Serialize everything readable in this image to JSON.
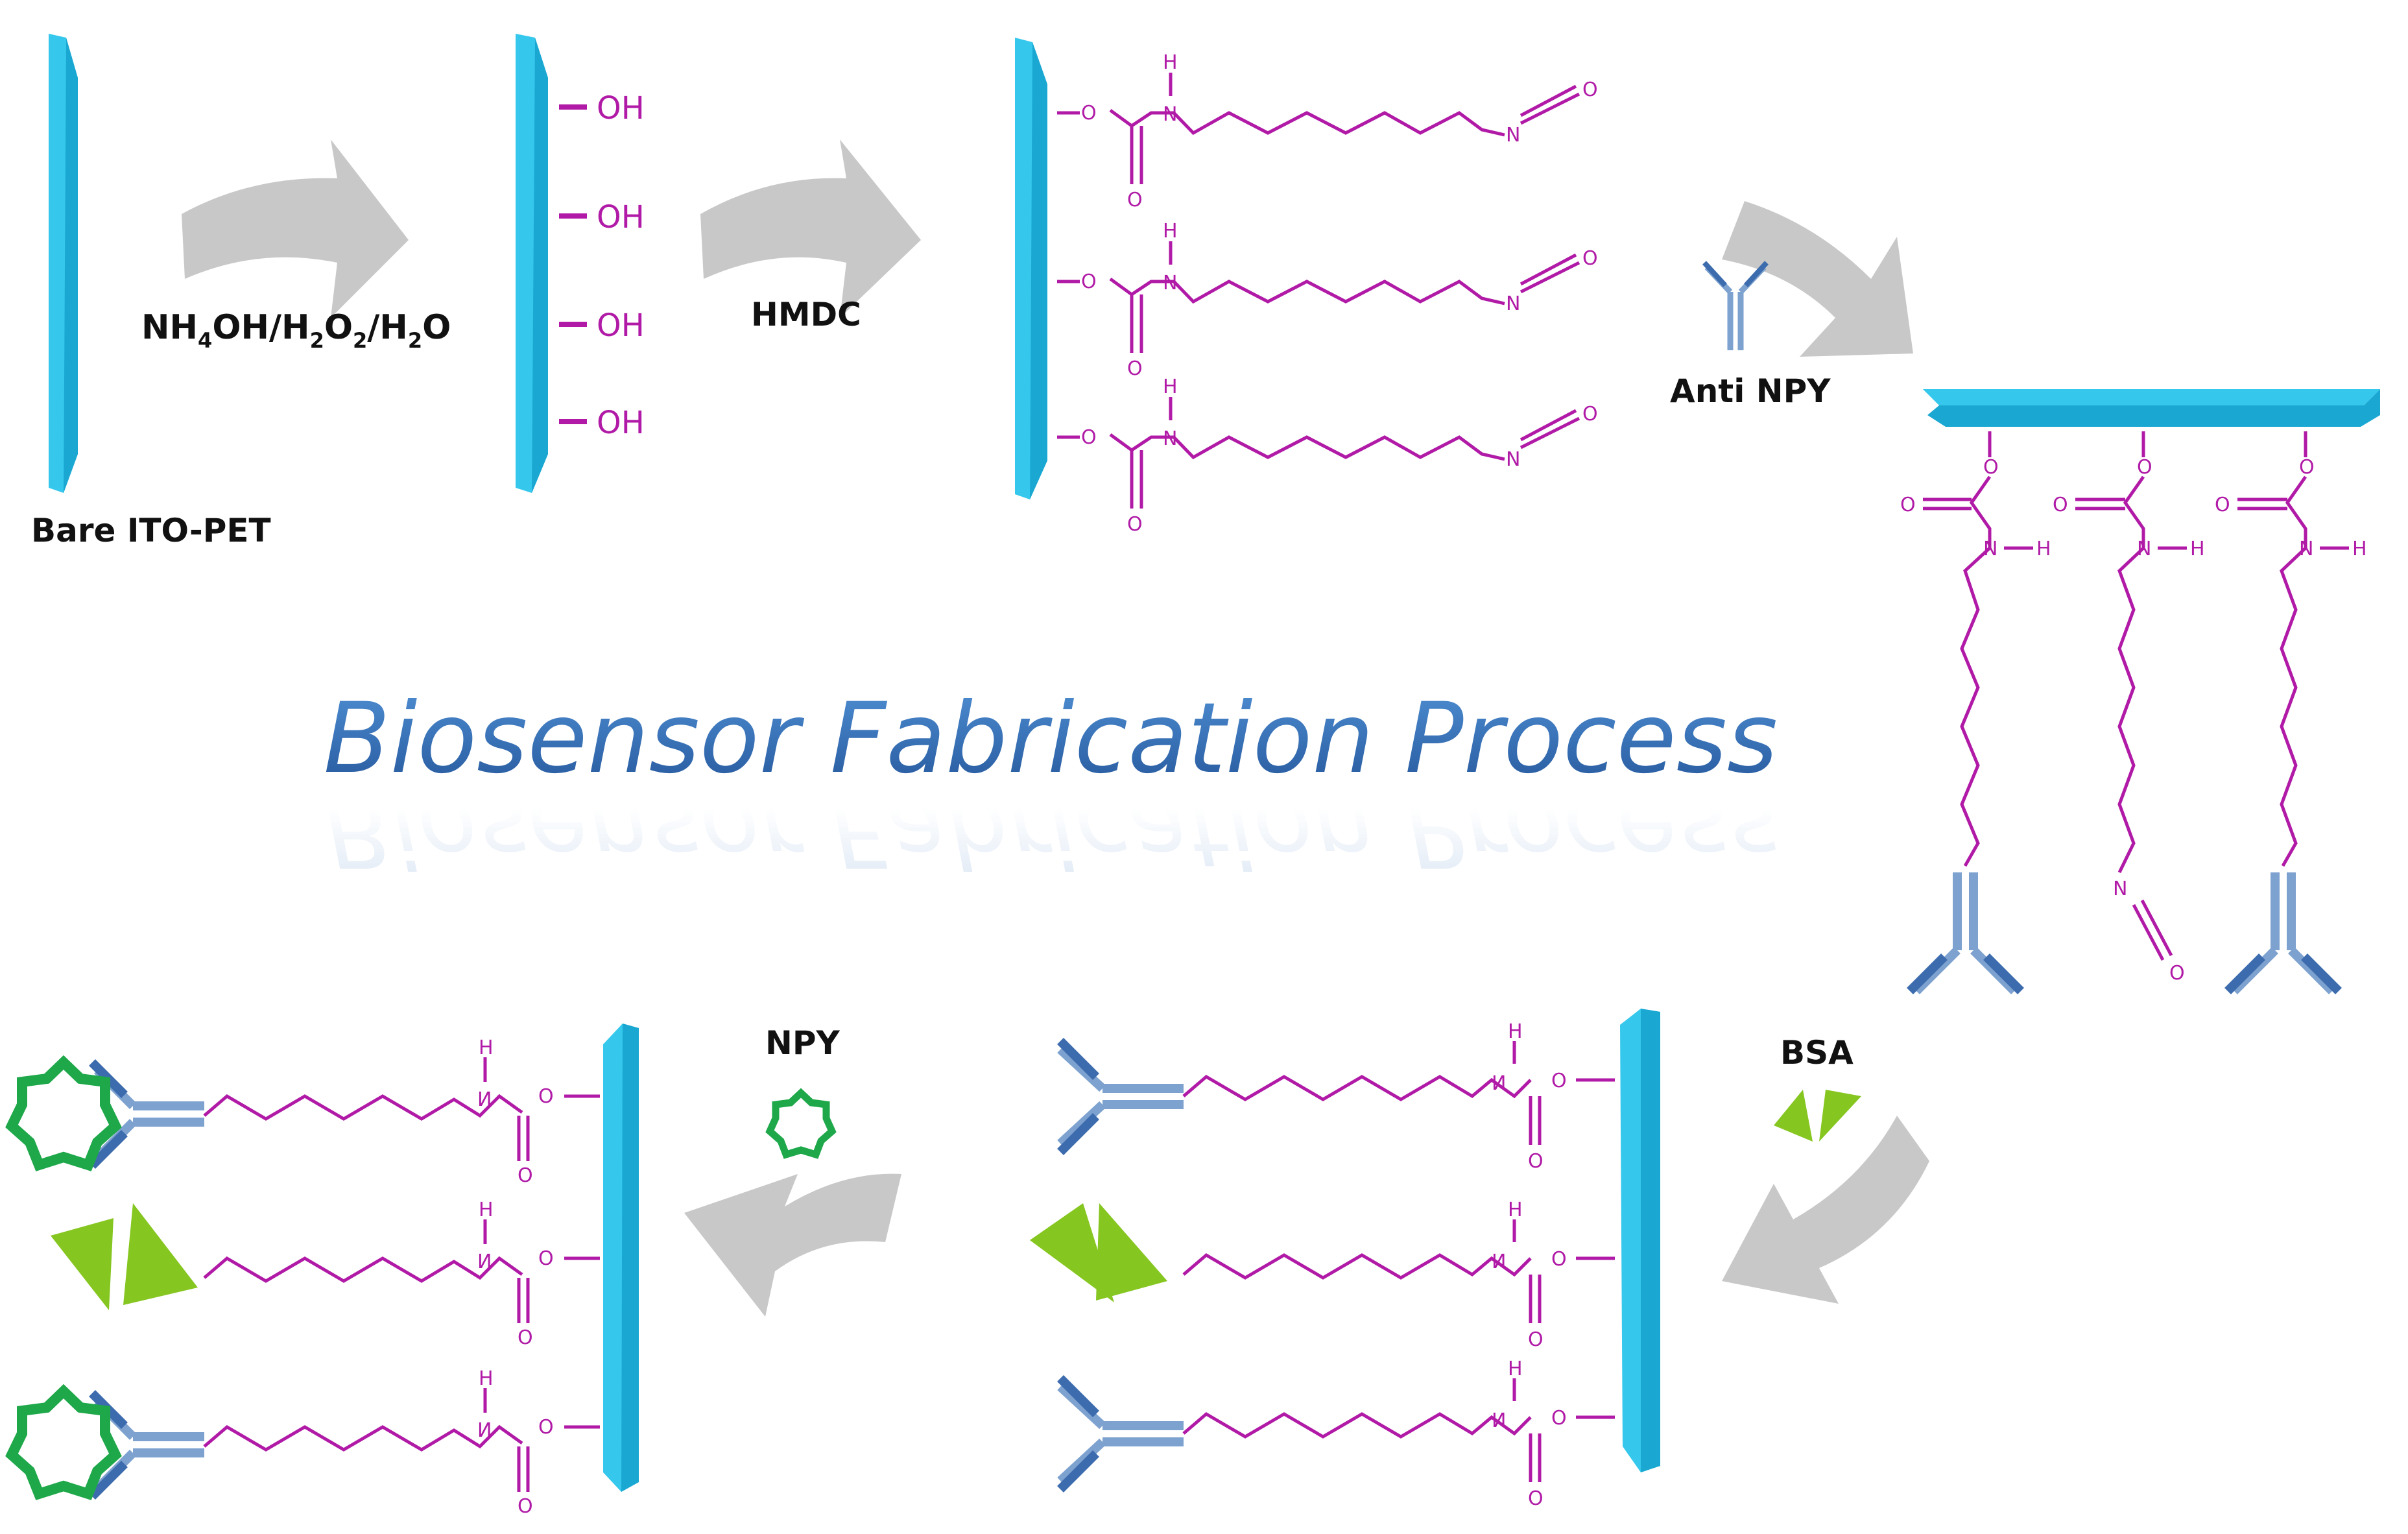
{
  "title": "Biosensor Fabrication Process",
  "labels": {
    "bare": "Bare ITO-PET",
    "oh": "OH",
    "hmdc": "HMDC",
    "anti_npy": "Anti NPY",
    "bsa": "BSA",
    "npy": "NPY",
    "reagent": {
      "base": "NH",
      "s1": "4",
      "m1": "OH/H",
      "s2": "2",
      "m2": "O",
      "s3": "2",
      "m3": "/H",
      "s4": "2",
      "m4": "O"
    }
  },
  "atoms": {
    "O": "O",
    "N": "N",
    "H": "H",
    "N_flip": "И"
  },
  "colors": {
    "substrate": "#35c8ec",
    "substrate_dark": "#1aa8d2",
    "chain": "#b01aa6",
    "arrow": "#c8c8c8",
    "antibody": "#7ea2cf",
    "antibody_dark": "#3d6cae",
    "bsa": "#86c620",
    "npy": "#1ea84a",
    "title": "#2f67b1"
  }
}
